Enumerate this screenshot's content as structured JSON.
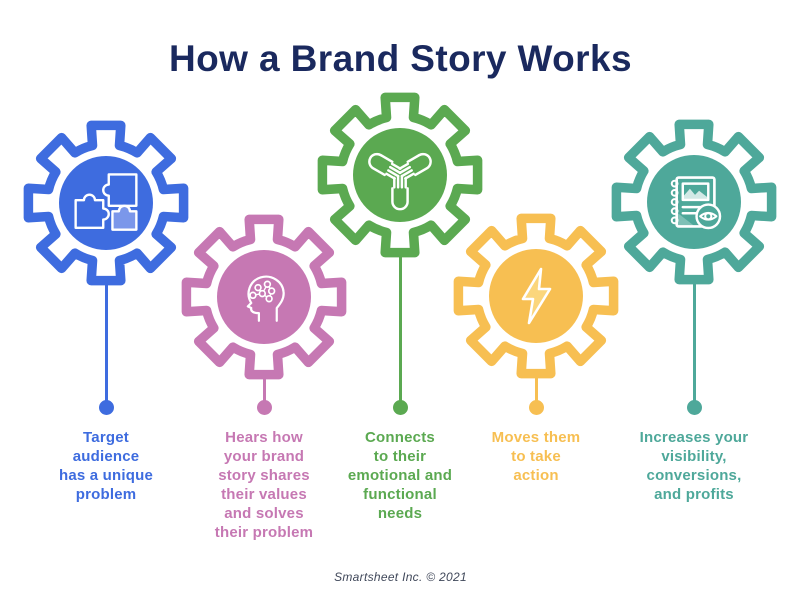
{
  "title": {
    "text": "How a Brand Story Works",
    "color": "#1A295E"
  },
  "footer": {
    "text": "Smartsheet Inc. © 2021",
    "color": "#40485A"
  },
  "steps": [
    {
      "name": "target-audience",
      "icon": "puzzle-icon",
      "color": "#3E6CDF",
      "light": "#7B97EA",
      "label": "Target\naudience\nhas a unique\nproblem"
    },
    {
      "name": "hears-brand-story",
      "icon": "head-network-icon",
      "color": "#C678B3",
      "light": "#D9A3CA",
      "label": "Hears how\nyour brand\nstory shares\ntheir values\nand solves\ntheir problem"
    },
    {
      "name": "connects-needs",
      "icon": "joined-hands-icon",
      "color": "#5BA951",
      "light": "#7FBD76",
      "label": "Connects\nto their\nemotional and\nfunctional\nneeds"
    },
    {
      "name": "moves-to-action",
      "icon": "lightning-icon",
      "color": "#F7BF52",
      "light": "#FBD67C",
      "label": "Moves them\nto take\naction"
    },
    {
      "name": "increases-results",
      "icon": "notebook-eye-icon",
      "color": "#4EA89A",
      "light": "#8CC8BE",
      "label": "Increases your\nvisibility,\nconversions,\nand profits"
    }
  ]
}
